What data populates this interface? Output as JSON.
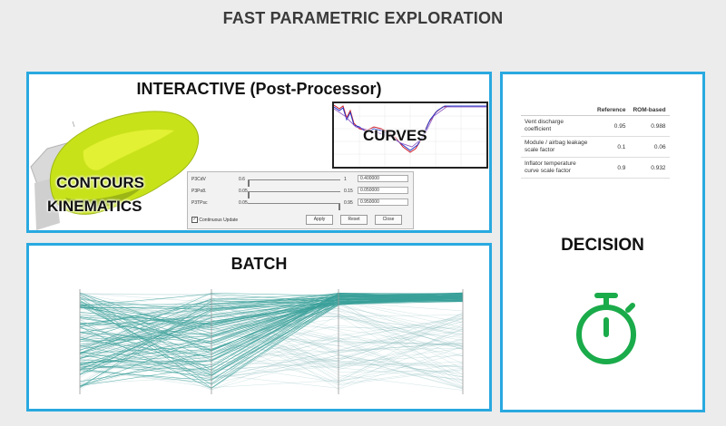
{
  "title": "FAST PARAMETRIC EXPLORATION",
  "interactive": {
    "heading": "INTERACTIVE (Post-Processor)",
    "contours_label": "CONTOURS",
    "kinematics_label": "KINEMATICS",
    "curves_label": "CURVES",
    "dialog": {
      "params": [
        {
          "name": "P3CdV",
          "min": "0.6",
          "max": "1",
          "value": "0.400000",
          "fraction": 0.0
        },
        {
          "name": "P3Po8.",
          "min": "0.05",
          "max": "0.15",
          "value": "0.050000",
          "fraction": 0.0
        },
        {
          "name": "P3TPsc",
          "min": "0.05",
          "max": "0.95",
          "value": "0.950000",
          "fraction": 1.0
        }
      ],
      "checkbox_label": "Continuous Update",
      "checkbox_checked": true,
      "buttons": {
        "apply": "Apply",
        "reset": "Reset",
        "close": "Close"
      }
    }
  },
  "batch": {
    "heading": "BATCH"
  },
  "decision": {
    "heading": "DECISION",
    "table": {
      "headers": [
        "",
        "Reference",
        "ROM-based"
      ],
      "rows": [
        {
          "label": "Vent discharge coefficient",
          "reference": "0.95",
          "rom": "0.988"
        },
        {
          "label": "Module / airbag leakage scale factor",
          "reference": "0.1",
          "rom": "0.06"
        },
        {
          "label": "Inflator temperature curve scale factor",
          "reference": "0.9",
          "rom": "0.932"
        }
      ]
    },
    "icon": "stopwatch-icon"
  },
  "colors": {
    "panel_border": "#29a9e0",
    "stopwatch": "#1aab4a",
    "parallel_lines": "#7fb3b5",
    "highlight_lines": "#3aa09a",
    "contour": "#c8e21a"
  }
}
